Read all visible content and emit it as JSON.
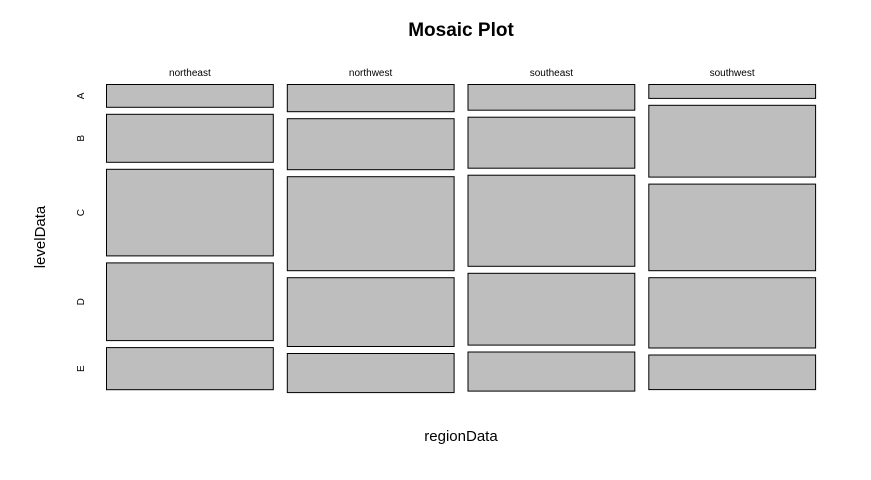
{
  "chart_data": {
    "type": "mosaic",
    "title": "Mosaic Plot",
    "xlabel": "regionData",
    "ylabel": "levelData",
    "columns": [
      "northeast",
      "northwest",
      "southeast",
      "southwest"
    ],
    "rows": [
      "A",
      "B",
      "C",
      "D",
      "E"
    ],
    "column_shares": [
      0.25,
      0.25,
      0.25,
      0.25
    ],
    "proportions": {
      "northeast": [
        0.08,
        0.165,
        0.295,
        0.265,
        0.145
      ],
      "northwest": [
        0.095,
        0.175,
        0.32,
        0.235,
        0.135
      ],
      "southeast": [
        0.09,
        0.175,
        0.31,
        0.245,
        0.135
      ],
      "southwest": [
        0.05,
        0.245,
        0.295,
        0.24,
        0.12
      ]
    },
    "tile_color": "#bebebe"
  }
}
